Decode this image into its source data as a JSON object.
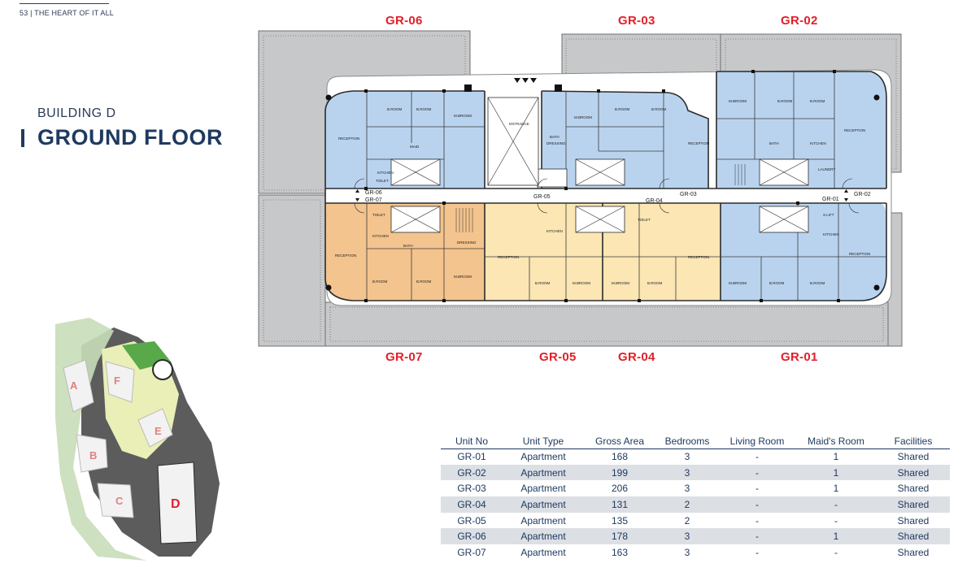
{
  "page_header": "53 | THE HEART OF IT ALL",
  "building": "BUILDING D",
  "floor_title": "GROUND FLOOR",
  "plan": {
    "top_labels": [
      "GR-06",
      "GR-03",
      "GR-02"
    ],
    "bottom_labels": [
      "GR-07",
      "GR-05",
      "GR-04",
      "GR-01"
    ],
    "corridor_labels": [
      "GR-06",
      "GR-07",
      "GR-05",
      "GR-04",
      "GR-03",
      "GR-01",
      "GR-02"
    ],
    "room_labels": [
      "RECEPTION",
      "B.ROOM",
      "M.BROOM",
      "MAID",
      "KITCHEN",
      "BATH",
      "TOILET",
      "ENTRANCE",
      "DRESSING",
      "LAUNDRY",
      "S.LIFT"
    ],
    "colors": {
      "blue": "#b9d3ef",
      "orange": "#f4c48e",
      "yellow": "#fbe6b4",
      "grey_terrace": "#c7c8ca",
      "wall": "#2b2b2b",
      "accent_red": "#e0202a",
      "accent_navy": "#1f3a60"
    }
  },
  "siteplan": {
    "buildings": [
      "A",
      "F",
      "E",
      "B",
      "C",
      "D"
    ]
  },
  "table": {
    "headers": [
      "Unit No",
      "Unit Type",
      "Gross Area",
      "Bedrooms",
      "Living Room",
      "Maid's Room",
      "Facilities"
    ],
    "rows": [
      [
        "GR-01",
        "Apartment",
        "168",
        "3",
        "-",
        "1",
        "Shared"
      ],
      [
        "GR-02",
        "Apartment",
        "199",
        "3",
        "-",
        "1",
        "Shared"
      ],
      [
        "GR-03",
        "Apartment",
        "206",
        "3",
        "-",
        "1",
        "Shared"
      ],
      [
        "GR-04",
        "Apartment",
        "131",
        "2",
        "-",
        "-",
        "Shared"
      ],
      [
        "GR-05",
        "Apartment",
        "135",
        "2",
        "-",
        "-",
        "Shared"
      ],
      [
        "GR-06",
        "Apartment",
        "178",
        "3",
        "-",
        "1",
        "Shared"
      ],
      [
        "GR-07",
        "Apartment",
        "163",
        "3",
        "-",
        "-",
        "Shared"
      ]
    ]
  }
}
